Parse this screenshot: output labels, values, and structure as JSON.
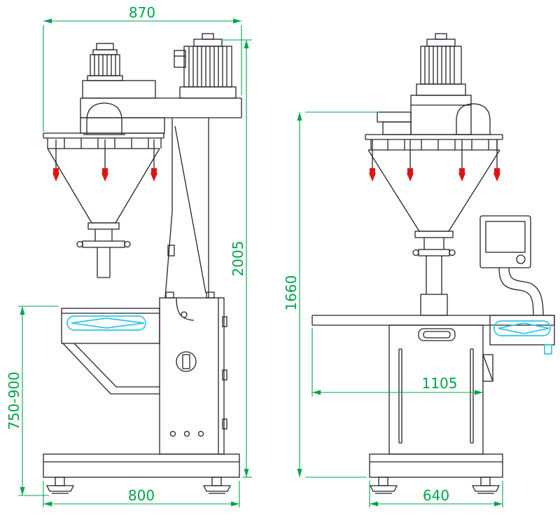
{
  "colors": {
    "background": "#ffffff",
    "line": "#23232e",
    "dimension": "#00a44c",
    "highlight": "#2fc5e3",
    "accent": "#e01414"
  },
  "drawing": {
    "left_view": {
      "dim_top": "870",
      "dim_right": "2005",
      "dim_left": "750-900",
      "dim_bottom": "800"
    },
    "right_view": {
      "dim_left": "1660",
      "dim_middle": "1105",
      "dim_bottom": "640"
    }
  }
}
